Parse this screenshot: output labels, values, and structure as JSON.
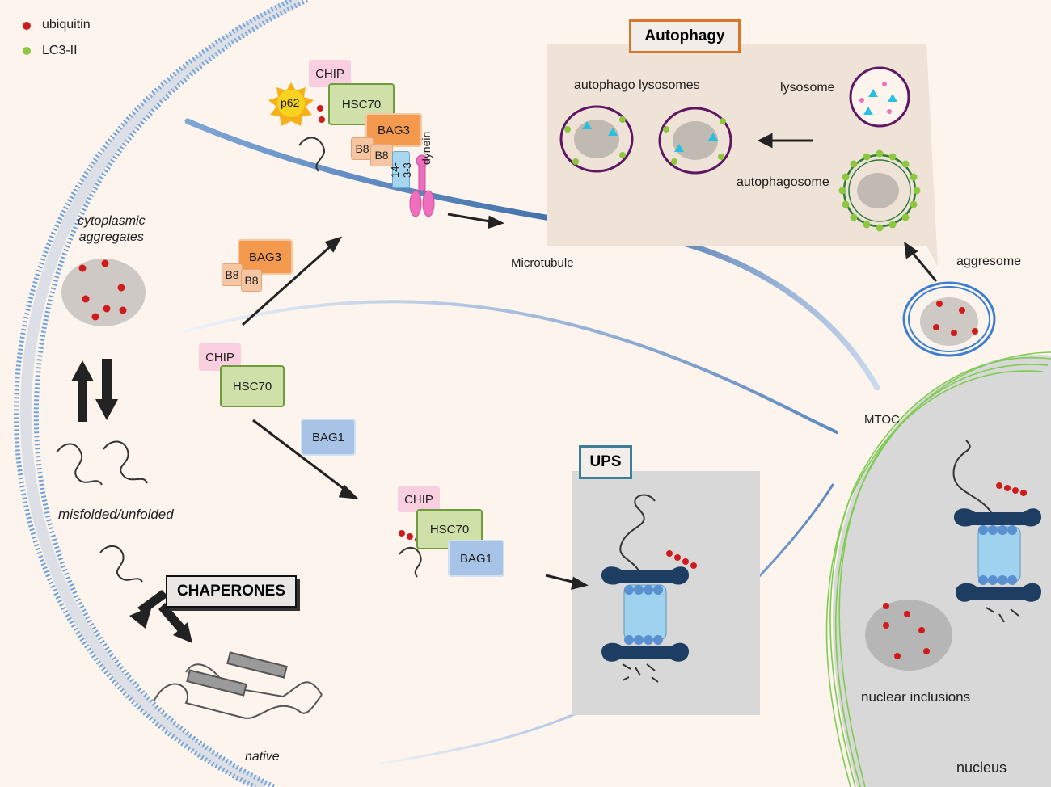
{
  "legend": [
    {
      "label": "ubiquitin",
      "color": "#d01b1b"
    },
    {
      "label": "LC3-II",
      "color": "#8dc63f"
    }
  ],
  "labels": {
    "cytoplasmic_aggregates": "cytoplasmic\naggregates",
    "misfolded": "misfolded/unfolded",
    "native": "native",
    "chaperones": "CHAPERONES",
    "microtubule": "Microtubule",
    "mtoc": "MTOC",
    "aggresome": "aggresome",
    "nuclear_inclusions": "nuclear inclusions",
    "nucleus": "nucleus",
    "dynein": "dynein",
    "p62": "p62",
    "autophagy": "Autophagy",
    "autophagolysosomes": "autophago lysosomes",
    "lysosome": "lysosome",
    "autophagosome": "autophagosome",
    "ups": "UPS"
  },
  "proteins": {
    "chip": "CHIP",
    "hsc70": "HSC70",
    "bag3": "BAG3",
    "b8": "B8",
    "p1433": "14-3-3",
    "bag1": "BAG1"
  },
  "colors": {
    "background": "#fdf4ee",
    "membrane": "#6fa2d8",
    "microtubule": "#4a78b0",
    "nucleus": "#d8d8d8",
    "nuclear_envelope": "#7fcc52",
    "proteasome_core": "#9fd2ee",
    "proteasome_cap": "#1d3d63",
    "autophagy_panel": "#efe3d8",
    "ups_panel": "#d8d8d8",
    "autophagy_border": "#d9762b",
    "ups_border": "#3b7e95",
    "lysosome_ring": "#5f1763"
  }
}
